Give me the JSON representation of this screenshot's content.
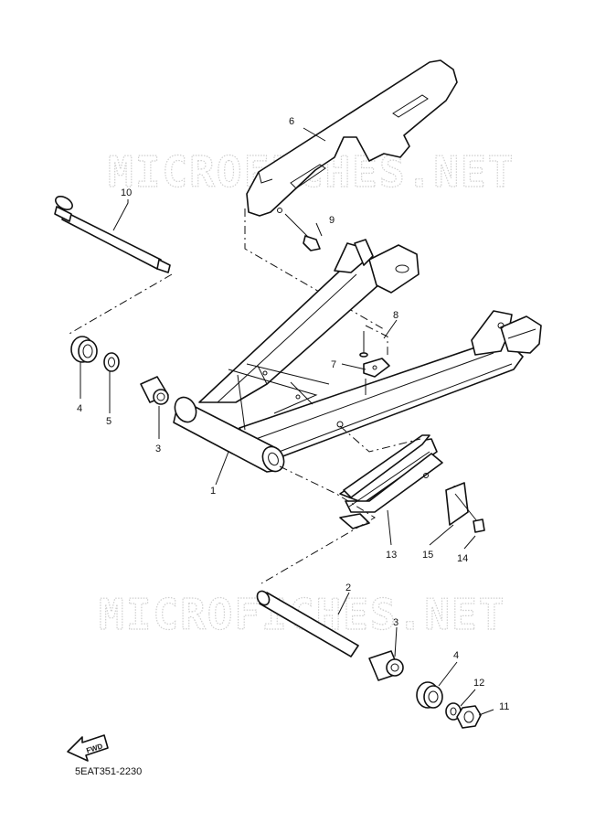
{
  "watermark": "MICROFICHES.NET",
  "diagram_code": "5EAT351-2230",
  "fwd_label": "FWD",
  "callouts": {
    "c1": "1",
    "c2": "2",
    "c3a": "3",
    "c3b": "3",
    "c4a": "4",
    "c4b": "4",
    "c5": "5",
    "c6": "6",
    "c7": "7",
    "c8": "8",
    "c9": "9",
    "c10": "10",
    "c11": "11",
    "c12": "12",
    "c13": "13",
    "c14": "14",
    "c15": "15"
  }
}
